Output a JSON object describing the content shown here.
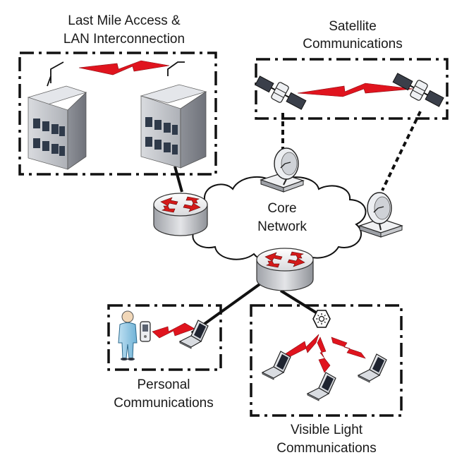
{
  "labels": {
    "lan_line1": "Last Mile Access &",
    "lan_line2": "LAN Interconnection",
    "sat_line1": "Satellite",
    "sat_line2": "Communications",
    "core_line1": "Core",
    "core_line2": "Network",
    "personal_line1": "Personal",
    "personal_line2": "Communications",
    "vlc_line1": "Visible Light",
    "vlc_line2": "Communications"
  },
  "icons": {
    "building": "building-icon",
    "router": "router-icon",
    "satellite": "satellite-icon",
    "dish": "satellite-dish-icon",
    "laptop": "laptop-icon",
    "person": "person-icon",
    "phone": "mobile-phone-icon",
    "light": "led-light-icon",
    "wireless": "wireless-link-icon",
    "cloud": "cloud-icon"
  },
  "colors": {
    "wireless_red": "#e0141e",
    "router_arrow_red": "#d41a1a",
    "building_gray": "#b9bcc2",
    "boundary": "#111111"
  }
}
